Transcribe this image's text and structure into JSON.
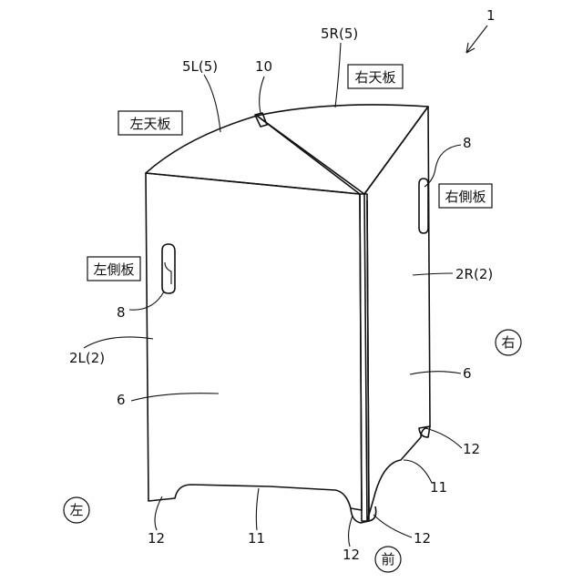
{
  "labels": {
    "fig_ref": "1",
    "top_left": "5L(5)",
    "top_right": "5R(5)",
    "slot_top": "10",
    "handle_right": "8",
    "handle_left": "8",
    "side_right": "2R(2)",
    "side_left": "2L(2)",
    "surface_right": "6",
    "surface_left": "6",
    "foot_right": "12",
    "foot_left": "12",
    "foot_front_a": "12",
    "foot_front_b": "12",
    "cutout_right": "11",
    "cutout_left": "11"
  },
  "boxes": {
    "left_top_board": "左天板",
    "right_top_board": "右天板",
    "left_side_board": "左側板",
    "right_side_board": "右側板"
  },
  "directions": {
    "right": "右",
    "left": "左",
    "front": "前"
  }
}
